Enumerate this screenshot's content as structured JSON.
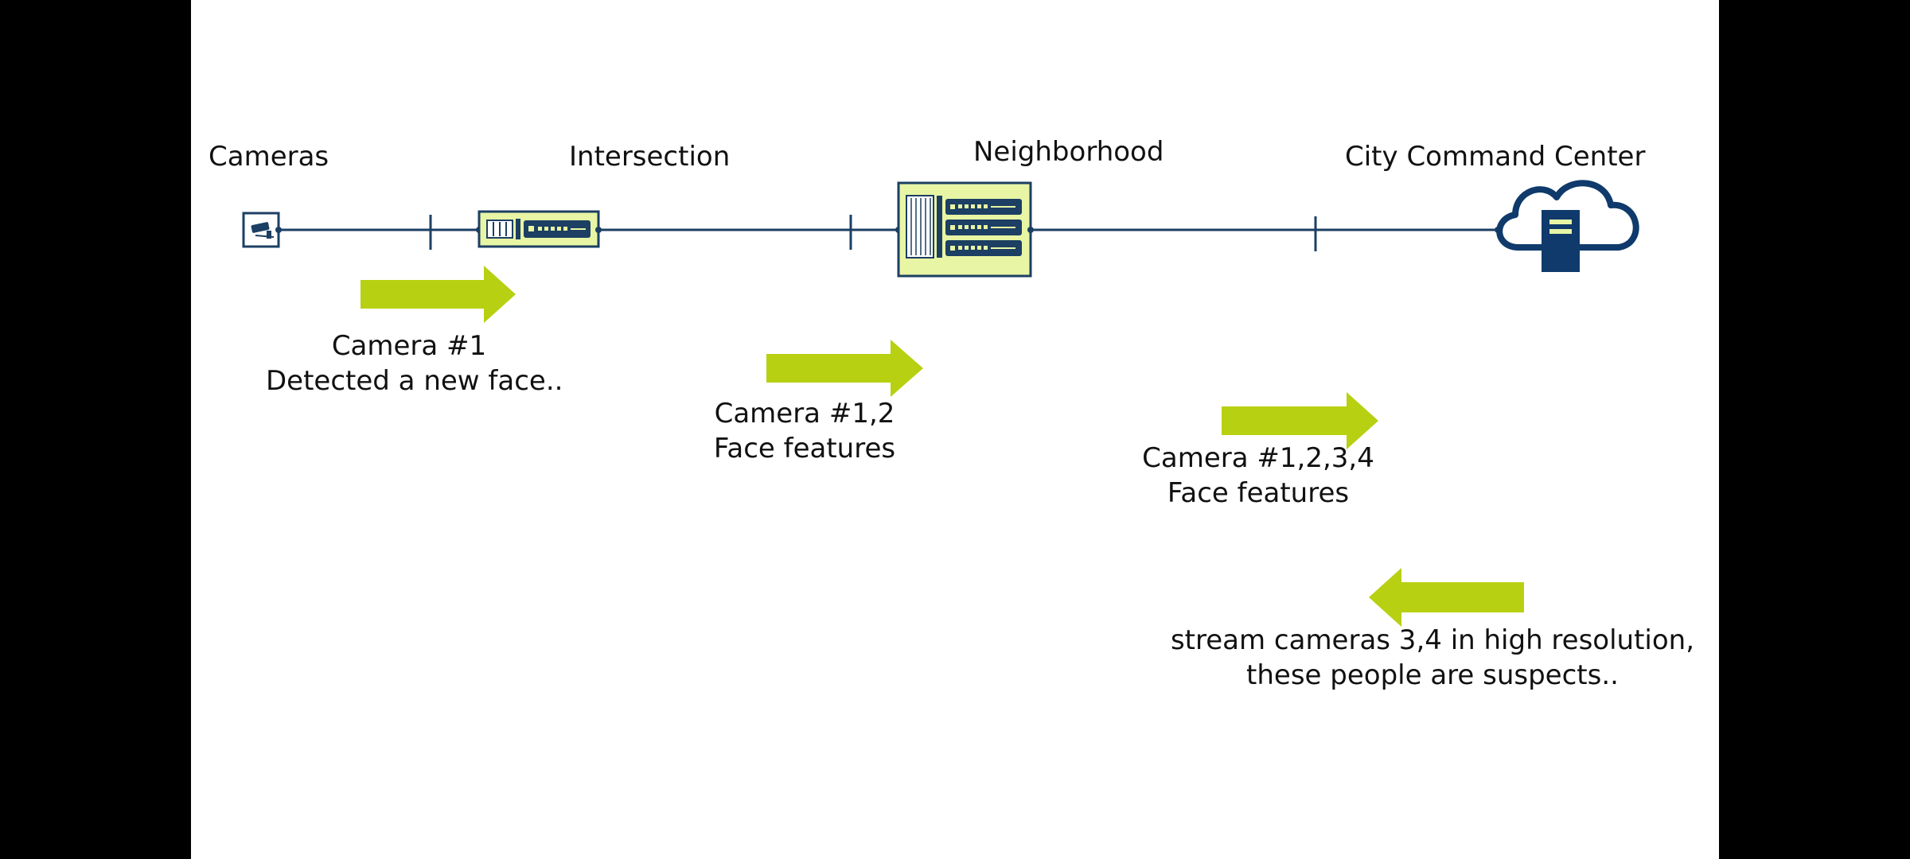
{
  "colors": {
    "line": "#1c3f63",
    "device_fill": "#e8f5a4",
    "device_stroke": "#1c3f63",
    "arrow": "#b8d012",
    "cloud": "#0f3a6b",
    "text": "#111111"
  },
  "nodes": [
    {
      "id": "cameras",
      "label": "Cameras",
      "icon": "camera-icon"
    },
    {
      "id": "intersection",
      "label": "Intersection",
      "icon": "intersection-gateway-icon"
    },
    {
      "id": "neighborhood",
      "label": "Neighborhood",
      "icon": "neighborhood-server-rack-icon"
    },
    {
      "id": "city",
      "label": "City Command Center",
      "icon": "cloud-server-icon"
    }
  ],
  "messages": [
    {
      "direction": "right",
      "line1": "Camera #1",
      "line2": "Detected a new face.."
    },
    {
      "direction": "right",
      "line1": "Camera #1,2",
      "line2": "Face features"
    },
    {
      "direction": "right",
      "line1": "Camera #1,2,3,4",
      "line2": "Face features"
    },
    {
      "direction": "left",
      "line1": "stream cameras 3,4 in high resolution,",
      "line2": "these people are suspects.."
    }
  ]
}
